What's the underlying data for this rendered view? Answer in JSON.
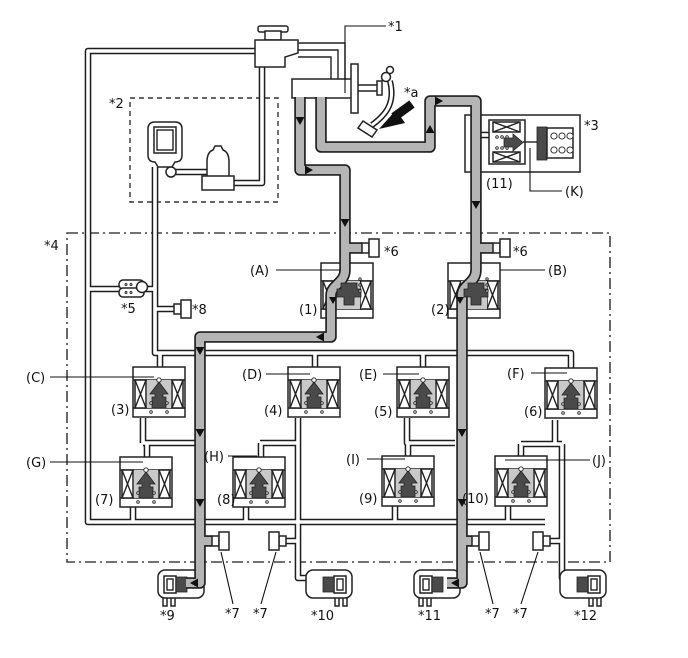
{
  "title": "Brake actuator hydraulic circuit diagram",
  "colors": {
    "line": "#222222",
    "pressurized_pipe": "#b5b5b5",
    "valve_chamber": "#c9c9c9",
    "plunger": "#4a4a4a",
    "background": "#ffffff"
  },
  "labels": {
    "star1": "*1",
    "star2": "*2",
    "star3": "*3",
    "star4": "*4",
    "star5": "*5",
    "star6": "*6",
    "star7": "*7",
    "star8": "*8",
    "star9": "*9",
    "star10": "*10",
    "star11": "*11",
    "star12": "*12",
    "star_a": "*a",
    "A": "(A)",
    "B": "(B)",
    "C": "(C)",
    "D": "(D)",
    "E": "(E)",
    "F": "(F)",
    "G": "(G)",
    "H": "(H)",
    "I": "(I)",
    "J": "(J)",
    "K": "(K)",
    "n1": "(1)",
    "n2": "(2)",
    "n3": "(3)",
    "n4": "(4)",
    "n5": "(5)",
    "n6": "(6)",
    "n7": "(7)",
    "n8": "(8)",
    "n9": "(9)",
    "n10": "(10)",
    "n11": "(11)"
  },
  "components": [
    "master-cylinder",
    "reservoir",
    "pump-and-accumulator-unit",
    "stroke-simulator-assembly",
    "brake-actuator-boundary",
    "pump",
    "pressure-sensor-connectors",
    "wheel-cylinders",
    "solenoid-valves-1-11",
    "stroke-simulator",
    "pedal-force-arrow"
  ]
}
